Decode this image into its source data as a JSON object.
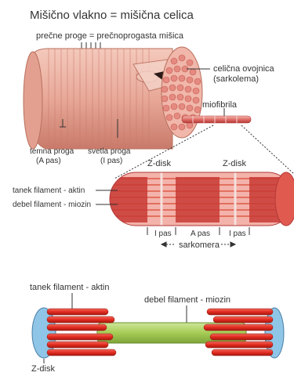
{
  "title": "Mišično vlakno = mišična celica",
  "labels": {
    "striations": "prečne proge = prečnoprogasta mišica",
    "membrane_line1": "celična ovojnica",
    "membrane_line2": "(sarkolema)",
    "myofibril": "miofibrila",
    "dark_band_line1": "temna proga",
    "dark_band_line2": "(A pas)",
    "light_band_line1": "svetla proga",
    "light_band_line2": "(I pas)",
    "zdisk_left": "Z-disk",
    "zdisk_right": "Z-disk",
    "thin_filament": "tanek filament - aktin",
    "thick_filament": "debel filament - miozin",
    "band_i_left": "I pas",
    "band_a": "A pas",
    "band_i_right": "I pas",
    "sarcomere": "sarkomera"
  },
  "bottom": {
    "thin_filament": "tanek filament - aktin",
    "thick_filament": "debel filament - miozin",
    "zdisk": "Z-disk"
  },
  "colors": {
    "fiber": "#e8a898",
    "fiber_dark": "#c97a6a",
    "myofibril_red": "#d8383a",
    "actin_red": "#e32b1f",
    "myosin_green": "#a6cc55",
    "zdisk_blue": "#8fc5e6"
  }
}
